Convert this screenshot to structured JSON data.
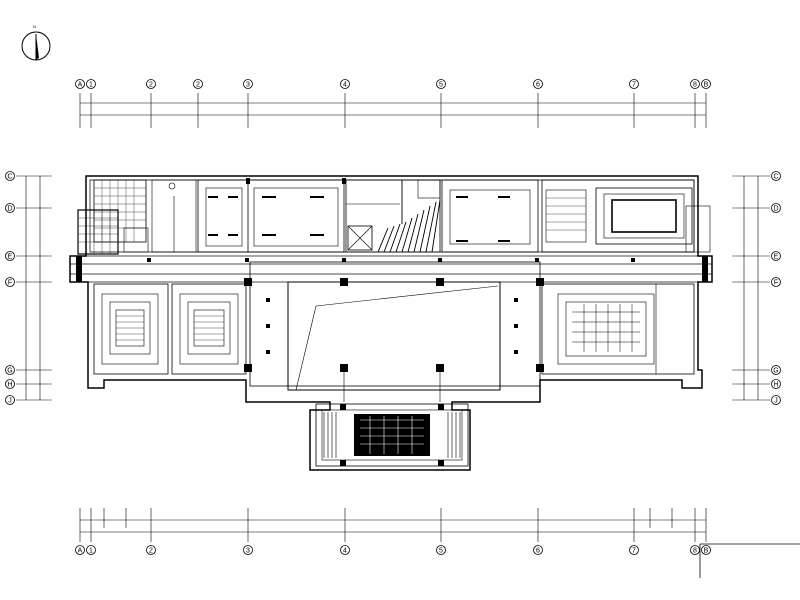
{
  "drawing": {
    "type": "architectural-floor-plan",
    "view": "reflected ceiling plan",
    "north_arrow": "north-arrow-icon",
    "colors": {
      "line": "#000000",
      "background": "#ffffff",
      "fill": "#000000"
    }
  },
  "grid_axes": {
    "top": [
      "A",
      "1",
      "2",
      "3",
      "4",
      "5",
      "6",
      "7",
      "8",
      "B"
    ],
    "bottom": [
      "A",
      "1",
      "2",
      "3",
      "4",
      "5",
      "6",
      "7",
      "8",
      "B"
    ],
    "left": [
      "C",
      "D",
      "E",
      "F",
      "G",
      "H",
      "J"
    ],
    "right": [
      "C",
      "D",
      "E",
      "F",
      "G",
      "H",
      "J"
    ]
  },
  "dimensions": {
    "top_segments": [
      "",
      "",
      "",
      "",
      "",
      "",
      "",
      "",
      ""
    ],
    "top_total": "",
    "bottom_segments": [
      "",
      "",
      "",
      "",
      "",
      "",
      "",
      "",
      "",
      "",
      "",
      ""
    ],
    "bottom_total": "",
    "left_segments": [
      "",
      "",
      "",
      ""
    ],
    "right_segments": [
      "",
      "",
      "",
      ""
    ]
  }
}
